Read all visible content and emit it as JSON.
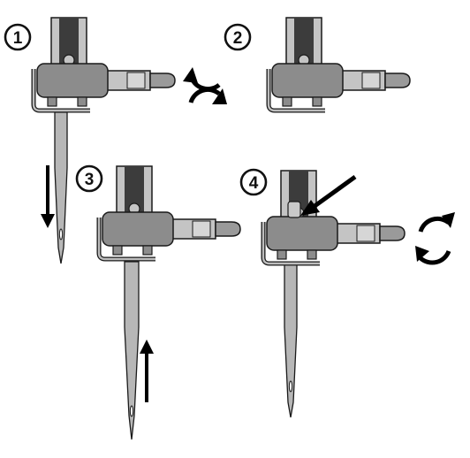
{
  "steps": [
    {
      "number": "1"
    },
    {
      "number": "2"
    },
    {
      "number": "3"
    },
    {
      "number": "4"
    }
  ],
  "colors": {
    "outline": "#1a1a1a",
    "body_gray": "#8c8c8c",
    "light_gray": "#c4c4c4",
    "dark_slot": "#3c3c3c",
    "arrow": "#000000"
  },
  "icons": [
    "rotate-arrows-icon",
    "down-arrow-icon",
    "up-arrow-icon",
    "pointer-arrow-icon"
  ]
}
